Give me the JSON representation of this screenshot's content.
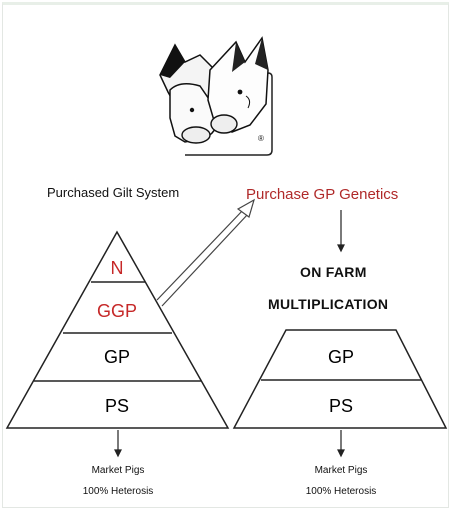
{
  "logo": {
    "mark": "®"
  },
  "left_system": {
    "title": "Purchased Gilt System",
    "tiers": [
      "N",
      "GGP",
      "GP",
      "PS"
    ],
    "output_line1": "Market Pigs",
    "output_line2": "100% Heterosis"
  },
  "purchase_label": "Purchase GP Genetics",
  "right_system": {
    "heading_line1": "ON FARM",
    "heading_line2": "MULTIPLICATION",
    "tiers": [
      "GP",
      "PS"
    ],
    "output_line1": "Market Pigs",
    "output_line2": "100% Heterosis"
  },
  "colors": {
    "red_text": "#c62828",
    "purchase_text": "#b02a2a",
    "line": "#222222"
  }
}
